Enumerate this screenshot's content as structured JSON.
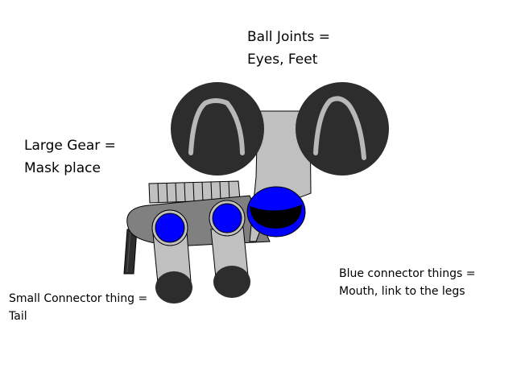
{
  "labels": {
    "ball_joints": {
      "line1": "Ball Joints =",
      "line2": "Eyes, Feet"
    },
    "large_gear": {
      "line1": "Large Gear =",
      "line2": "Mask place"
    },
    "small_connector": {
      "line1": "Small Connector thing =",
      "line2": "Tail"
    },
    "blue_connector": {
      "line1": "Blue connector things =",
      "line2": "Mouth, link to the legs"
    }
  },
  "colors": {
    "ball_joint": "#2d2d2d",
    "ball_joint_arc": "#b8b8b8",
    "body_light": "#c0c0c0",
    "body_dark": "#808080",
    "blue_connector": "#0000ff",
    "mouth": "#000000",
    "tail": "#2d2d2d"
  }
}
